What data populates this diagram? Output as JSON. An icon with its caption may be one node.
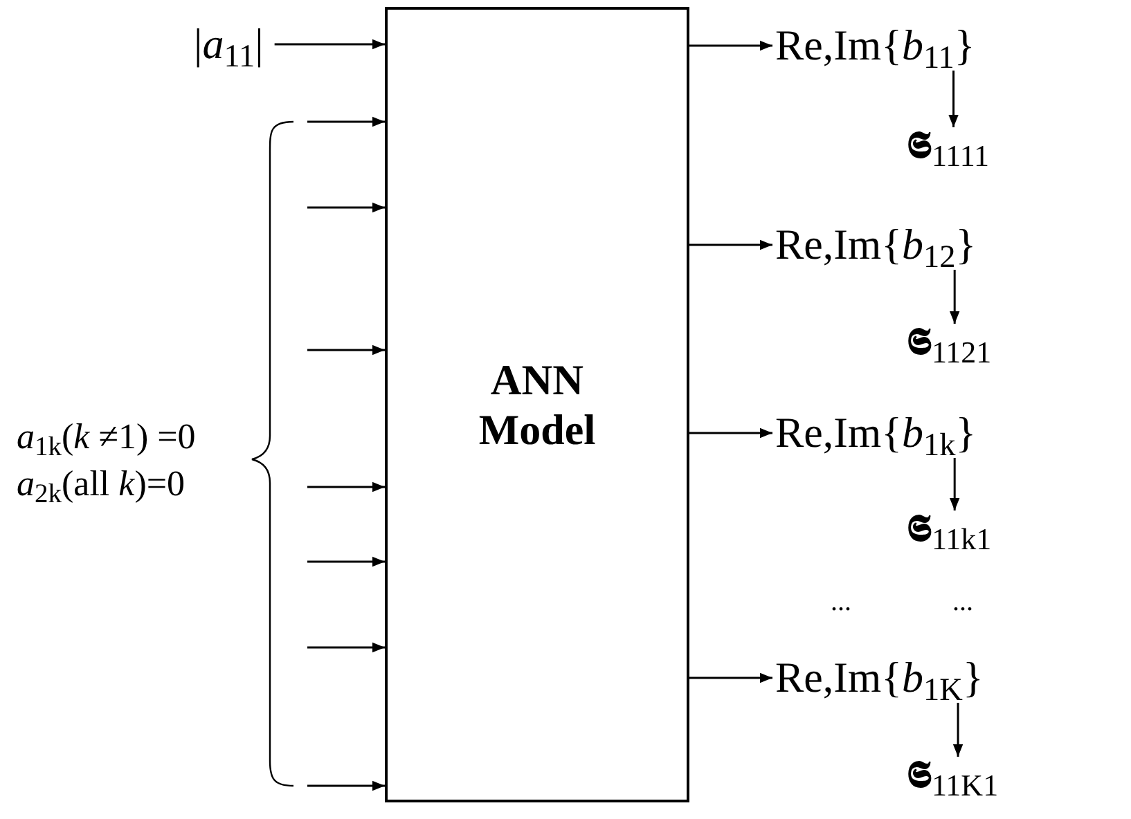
{
  "diagram": {
    "nodes": [
      {
        "text": [
          "ANN Model"
        ]
      },
      {
        "text": [
          "|*a*$_{11}$|"
        ]
      },
      {
        "text": [
          "Re,Im{*b*$_{11}$}"
        ]
      },
      {
        "text": [
          "Re,Im{*b*$_{12}$}"
        ]
      },
      {
        "text": [
          "Re,Im{*b*$_{1k}$}"
        ]
      },
      {
        "text": [
          "Re,Im{*b*$_{1K}$}"
        ]
      },
      {
        "text": [
          "𝕾$_{1111}$"
        ]
      },
      {
        "text": [
          "𝕾$_{1121}$"
        ]
      },
      {
        "text": [
          "𝕾$_{11k1}$"
        ]
      },
      {
        "text": [
          "𝕾$_{11K1}$"
        ]
      }
    ],
    "edges": [
      {
        "from": 1,
        "to": 0,
        "arrow": "to"
      },
      {
        "from": null,
        "to": 0,
        "arrow": "to"
      },
      {
        "from": null,
        "to": 0,
        "arrow": "to"
      },
      {
        "from": null,
        "to": 0,
        "arrow": "to"
      },
      {
        "from": null,
        "to": 0,
        "arrow": "to"
      },
      {
        "from": null,
        "to": 0,
        "arrow": "to"
      },
      {
        "from": null,
        "to": 0,
        "arrow": "to"
      },
      {
        "from": null,
        "to": 0,
        "arrow": "to"
      },
      {
        "from": 0,
        "to": 2,
        "arrow": "to"
      },
      {
        "from": 0,
        "to": 3,
        "arrow": "to"
      },
      {
        "from": 0,
        "to": 4,
        "arrow": "to"
      },
      {
        "from": 0,
        "to": 5,
        "arrow": "to"
      },
      {
        "from": 2,
        "to": 6,
        "arrow": "to"
      },
      {
        "from": 3,
        "to": 7,
        "arrow": "to"
      },
      {
        "from": 4,
        "to": 8,
        "arrow": "to"
      },
      {
        "from": 5,
        "to": 9,
        "arrow": "to"
      }
    ],
    "labels": [
      "*a*$_{1k}$(*k* ≠1) =0",
      "*a*$_{2k}$(all *k*)=0",
      "...",
      "..."
    ]
  }
}
